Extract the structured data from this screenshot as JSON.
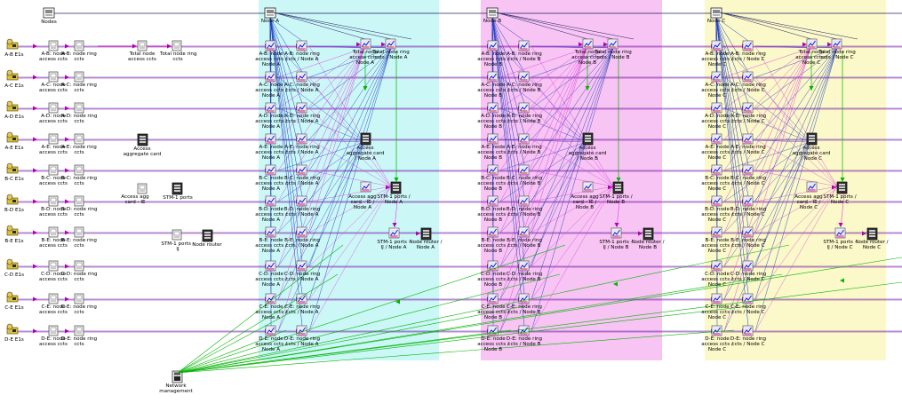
{
  "colors": {
    "region_a": "#ccf7f7",
    "region_b": "#f7c4f3",
    "region_c": "#fbf8c9",
    "row_line": "#b000b0",
    "row_line_blue": "#2a2a9c",
    "arrow": "#b000b0",
    "mesh_blue": "#2040c0",
    "mesh_pink": "#e040e0",
    "green": "#00b400",
    "top_line": "#202060"
  },
  "nodes_label": "Nodes",
  "network_management_label": "Network\nmanagement",
  "sources": [
    {
      "label": "A-B E1s",
      "pair": "A-B"
    },
    {
      "label": "A-C E1s",
      "pair": "A-C"
    },
    {
      "label": "A-D E1s",
      "pair": "A-D"
    },
    {
      "label": "A-E E1s",
      "pair": "A-E"
    },
    {
      "label": "B-C E1s",
      "pair": "B-C"
    },
    {
      "label": "B-D E1s",
      "pair": "B-D"
    },
    {
      "label": "B-E E1s",
      "pair": "B-E"
    },
    {
      "label": "C-D E1s",
      "pair": "C-D"
    },
    {
      "label": "C-E E1s",
      "pair": "C-E"
    },
    {
      "label": "D-E E1s",
      "pair": "D-E"
    }
  ],
  "left_access_labels": [
    "A-B: node\naccess ccts",
    "A-C: node\naccess ccts",
    "A-D: node\naccess ccts",
    "A-E: node\naccess ccts",
    "B-C: node\naccess ccts",
    "B-D: node\naccess ccts",
    "B-E: node\naccess ccts",
    "C-D: node\naccess ccts",
    "C-E: node\naccess ccts",
    "D-E: node\naccess ccts"
  ],
  "left_ring_labels": [
    "A-B: node ring\nccts",
    "A-C: node ring\nccts",
    "A-D: node ring\nccts",
    "A-E: node ring\nccts",
    "B-C: node ring\nccts",
    "B-D: node ring\nccts",
    "B-E: node ring\nccts",
    "C-D: node ring\nccts",
    "C-E: node ring\nccts",
    "D-E: node ring\nccts"
  ],
  "left_totals": {
    "total_access": "Total node\naccess ccts",
    "total_ring": "Total node ring\nccts",
    "access_card": "Access\naggregate card",
    "access_agg": "Access agg\ncard - IE",
    "stm1": "STM-1 ports",
    "stm1_ij": "STM-1 ports -\nIJ",
    "node_router": "Node router"
  },
  "regions": [
    {
      "id": "A",
      "node_label": "Node A",
      "access": [
        "A-B: node\naccess ccts /\nNode A",
        "A-C: node\naccess ccts /\nNode A",
        "A-D: node\naccess ccts /\nNode A",
        "A-E: node\naccess ccts /\nNode A",
        "B-C: node\naccess ccts /\nNode A",
        "B-D: node\naccess ccts /\nNode A",
        "B-E: node\naccess ccts /\nNode A",
        "C-D: node\naccess ccts /\nNode A",
        "C-E: node\naccess ccts /\nNode A",
        "D-E: node\naccess ccts /\nNode A"
      ],
      "ring": [
        "A-B: node ring\nccts / Node A",
        "A-C: node ring\nccts / Node A",
        "A-D: node ring\nccts / Node A",
        "A-E: node ring\nccts / Node A",
        "B-C: node ring\nccts / Node A",
        "B-D: node ring\nccts / Node A",
        "B-E: node ring\nccts / Node A",
        "C-D: node ring\nccts / Node A",
        "C-E: node ring\nccts / Node A",
        "D-E: node ring\nccts / Node A"
      ],
      "total_access": "Total node\naccess ccts /\nNode A",
      "total_ring": "Total node ring\nccts / Node A",
      "access_card": "Access\naggregate card\n/ Node A",
      "access_agg": "Access agg\ncard - IE /\nNode A",
      "stm1": "STM-1 ports /\nNode A",
      "stm1_ij": "STM-1 ports -\nIJ / Node A",
      "node_router": "Node router /\nNode A"
    },
    {
      "id": "B",
      "node_label": "Node B",
      "access": [
        "A-B: node\naccess ccts /\nNode B",
        "A-C: node\naccess ccts /\nNode B",
        "A-D: node\naccess ccts /\nNode B",
        "A-E: node\naccess ccts /\nNode B",
        "B-C: node\naccess ccts /\nNode B",
        "B-D: node\naccess ccts /\nNode B",
        "B-E: node\naccess ccts /\nNode B",
        "C-D: node\naccess ccts /\nNode B",
        "C-E: node\naccess ccts /\nNode B",
        "D-E: node\naccess ccts /\nNode B"
      ],
      "ring": [
        "A-B: node ring\nccts / Node B",
        "A-C: node ring\nccts / Node B",
        "A-D: node ring\nccts / Node B",
        "A-E: node ring\nccts / Node B",
        "B-C: node ring\nccts / Node B",
        "B-D: node ring\nccts / Node B",
        "B-E: node ring\nccts / Node B",
        "C-D: node ring\nccts / Node B",
        "C-E: node ring\nccts / Node B",
        "D-E: node ring\nccts / Node B"
      ],
      "total_access": "Total node\naccess ccts /\nNode B",
      "total_ring": "Total node ring\nccts / Node B",
      "access_card": "Access\naggregate card\n/ Node B",
      "access_agg": "Access agg\ncard - IE /\nNode B",
      "stm1": "STM-1 ports /\nNode B",
      "stm1_ij": "STM-1 ports -\nIJ / Node B",
      "node_router": "Node router /\nNode B"
    },
    {
      "id": "C",
      "node_label": "Node C",
      "access": [
        "A-B: node\naccess ccts /\nNode C",
        "A-C: node\naccess ccts /\nNode C",
        "A-D: node\naccess ccts /\nNode C",
        "A-E: node\naccess ccts /\nNode C",
        "B-C: node\naccess ccts /\nNode C",
        "B-D: node\naccess ccts /\nNode C",
        "B-E: node\naccess ccts /\nNode C",
        "C-D: node\naccess ccts /\nNode C",
        "C-E: node\naccess ccts /\nNode C",
        "D-E: node\naccess ccts /\nNode C"
      ],
      "ring": [
        "A-B: node ring\nccts / Node C",
        "A-C: node ring\nccts / Node C",
        "A-D: node ring\nccts / Node C",
        "A-E: node ring\nccts / Node C",
        "B-C: node ring\nccts / Node C",
        "B-D: node ring\nccts / Node C",
        "B-E: node ring\nccts / Node C",
        "C-D: node ring\nccts / Node C",
        "C-E: node ring\nccts / Node C",
        "D-E: node ring\nccts / Node C"
      ],
      "total_access": "Total node\naccess ccts /\nNode C",
      "total_ring": "Total node ring\nccts / Node C",
      "access_card": "Access\naggregate card\n/ Node C",
      "access_agg": "Access agg\ncard - IE /\nNode C",
      "stm1": "STM-1 ports /\nNode C",
      "stm1_ij": "STM-1 ports -\nIJ / Node C",
      "node_router": "Node router /\nNode C"
    }
  ]
}
